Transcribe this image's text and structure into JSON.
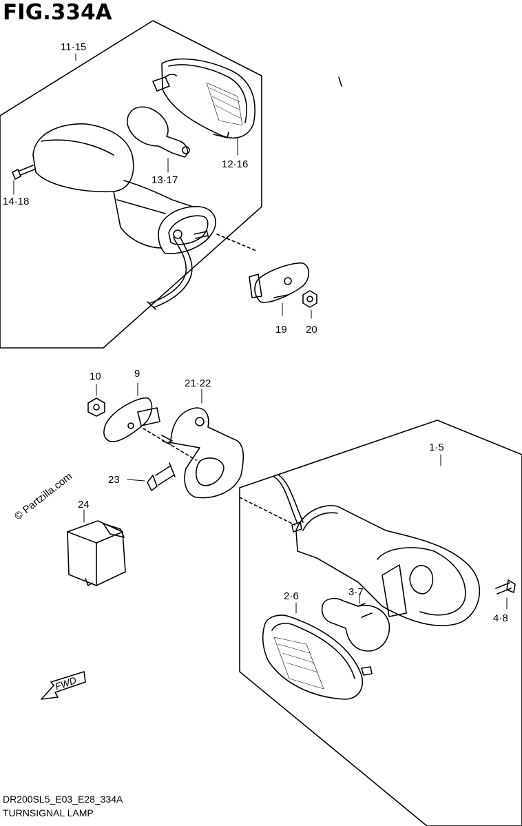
{
  "figure": {
    "title": "FIG.334A",
    "code": "DR200SL5_E03_E28_334A",
    "name": "TURNSIGNAL LAMP",
    "watermark": "© Partzilla.com",
    "fwd": "FWD"
  },
  "labels": {
    "l1115": "11·15",
    "l1216": "12·16",
    "l1317": "13·17",
    "l1418": "14·18",
    "l19": "19",
    "l20": "20",
    "l10": "10",
    "l9": "9",
    "l2122": "21·22",
    "l23": "23",
    "l24": "24",
    "l15": "1·5",
    "l26": "2·6",
    "l37": "3·7",
    "l48": "4·8"
  }
}
